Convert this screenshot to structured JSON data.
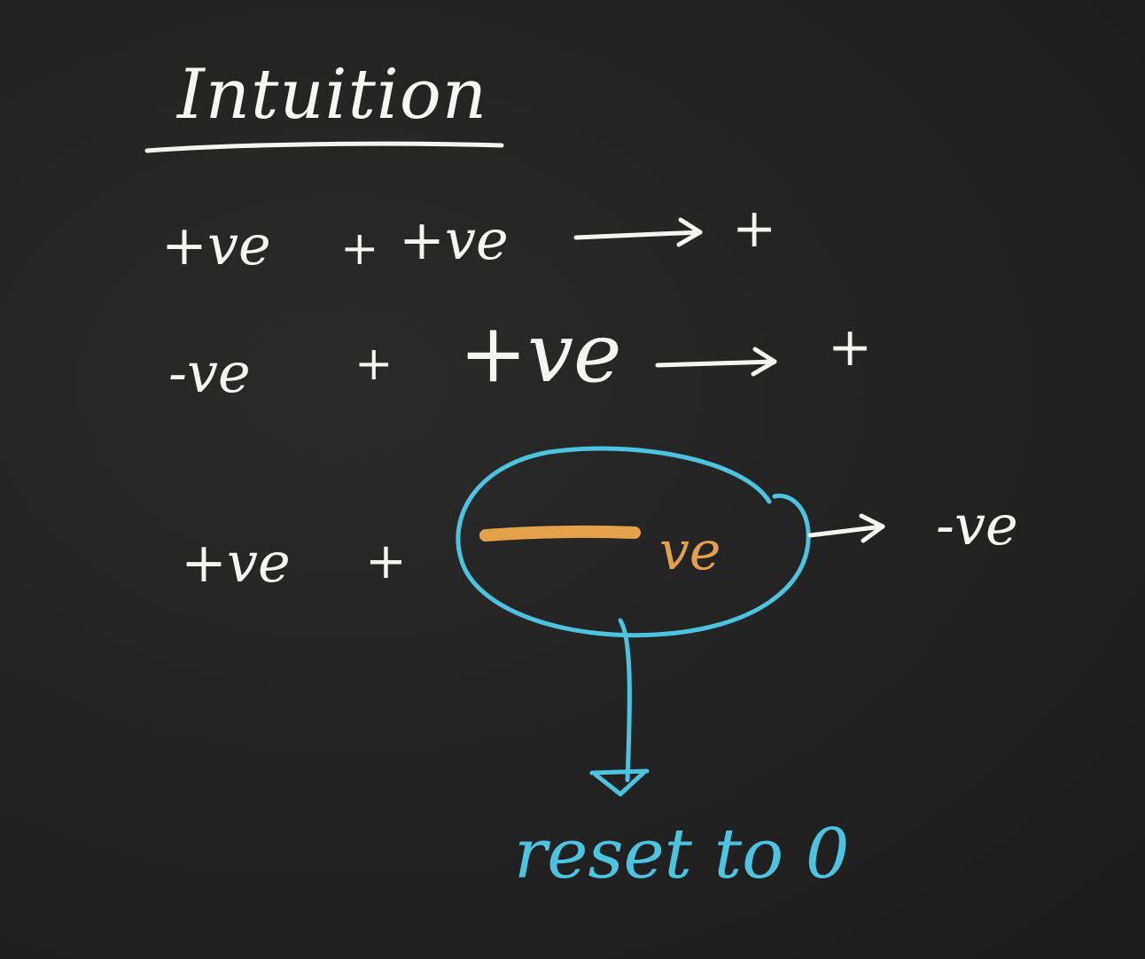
{
  "title": "Intuition",
  "rows": [
    {
      "left": "+ve",
      "op": "+",
      "right": "+ve",
      "result": "+"
    },
    {
      "left": "-ve",
      "op": "+",
      "right": "+ve",
      "result": "+"
    },
    {
      "left": "+ve",
      "op": "+",
      "right_prefix": "—",
      "right": "ve",
      "result": "-ve"
    }
  ],
  "annotation": "reset to 0",
  "colors": {
    "background": "#232323",
    "chalk": "#f4f4f2",
    "orange": "#e3a24a",
    "blue": "#4cc3e0"
  }
}
